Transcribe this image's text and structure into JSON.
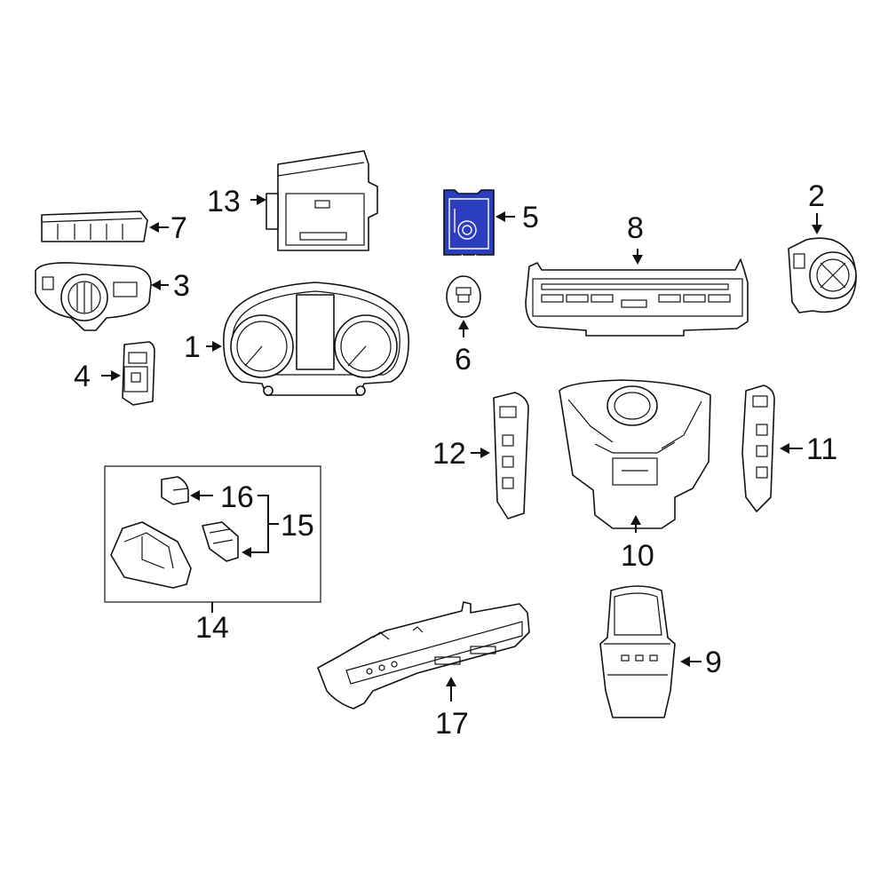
{
  "diagram": {
    "highlight_color": "#2b3ec0",
    "callouts": {
      "c1": "1",
      "c2": "2",
      "c3": "3",
      "c4": "4",
      "c5": "5",
      "c6": "6",
      "c7": "7",
      "c8": "8",
      "c9": "9",
      "c10": "10",
      "c11": "11",
      "c12": "12",
      "c13": "13",
      "c14": "14",
      "c15": "15",
      "c16": "16",
      "c17": "17"
    }
  }
}
